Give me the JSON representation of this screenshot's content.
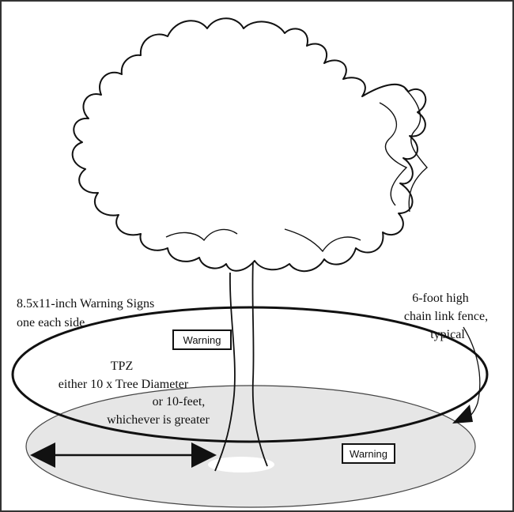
{
  "labels": {
    "warning_signs_line1": "8.5x11-inch Warning Signs",
    "warning_signs_line2": "one each side",
    "fence_line1": "6-foot high",
    "fence_line2": "chain link fence,",
    "fence_line3": "typical",
    "tpz_title": "TPZ",
    "tpz_line2": "either 10 x Tree Diameter",
    "tpz_line3": "or 10-feet,",
    "tpz_line4": "whichever is greater"
  },
  "signs": {
    "sign_front": "Warning",
    "sign_back": "Warning"
  },
  "colors": {
    "ground": "#e6e6e6",
    "stroke": "#111111",
    "border": "#333333"
  }
}
